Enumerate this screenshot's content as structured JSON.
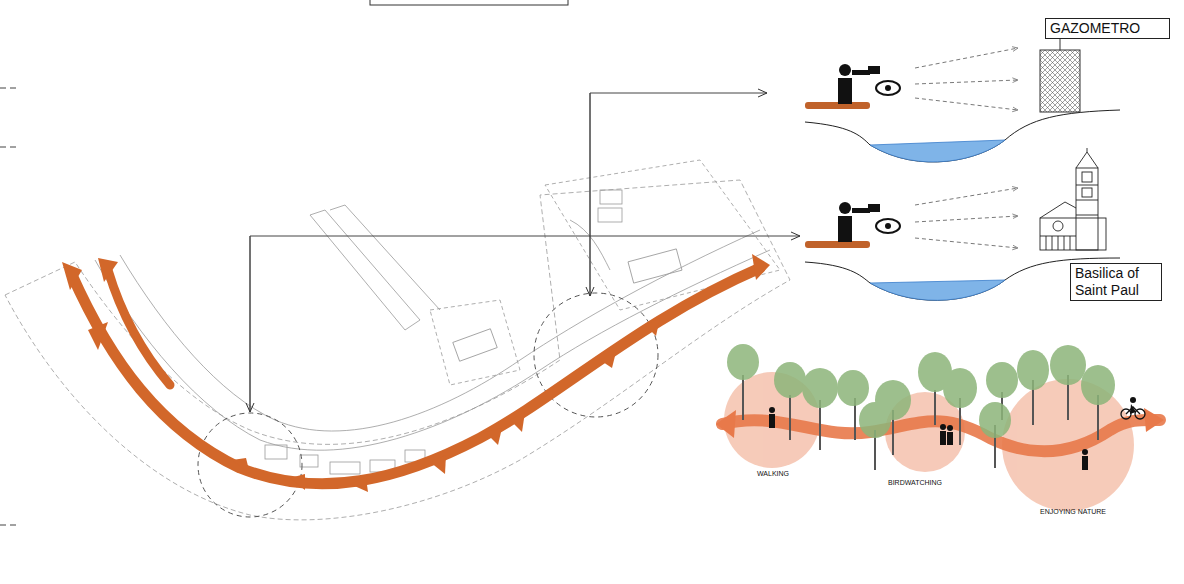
{
  "diagram": {
    "nodes": [
      {
        "text": [
          "GAZOMETRO"
        ]
      },
      {
        "text": [
          "Basilica of Saint Paul"
        ]
      }
    ],
    "labels": [
      "WALKING",
      "BIRDWATCHING",
      "ENJOYING NATURE"
    ]
  }
}
